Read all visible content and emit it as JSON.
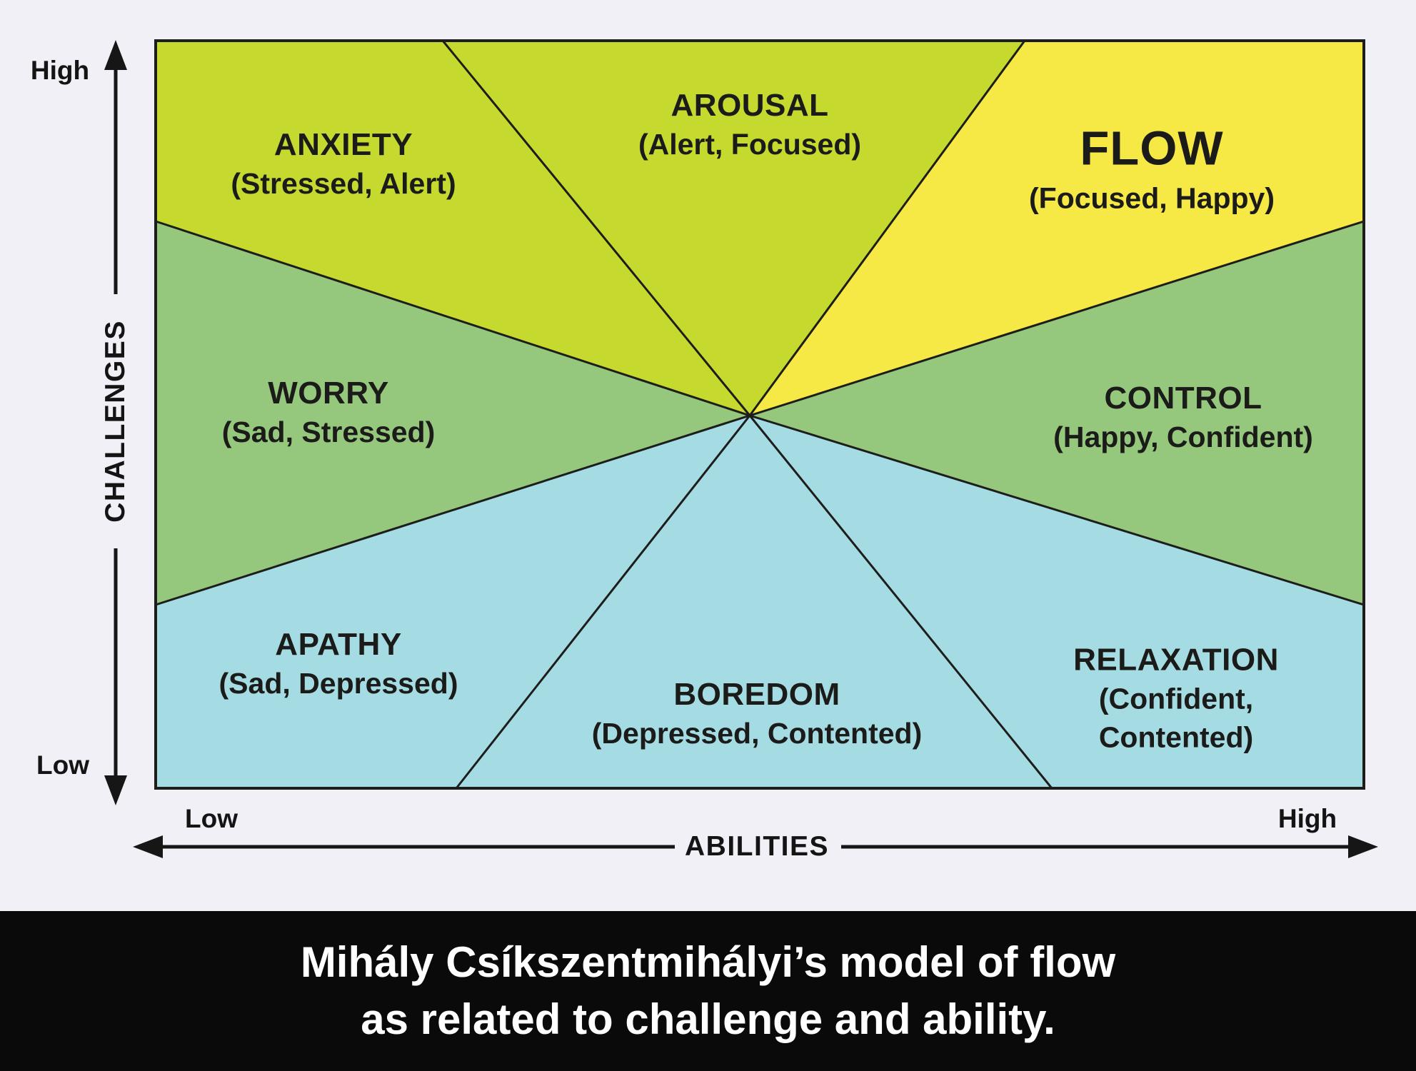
{
  "regions": [
    {
      "name": "anxiety",
      "label": "ANXIETY",
      "sublabel": "(Stressed, Alert)",
      "color": "#c5d92f"
    },
    {
      "name": "arousal",
      "label": "AROUSAL",
      "sublabel": "(Alert, Focused)",
      "color": "#c5d92f"
    },
    {
      "name": "flow",
      "label": "FLOW",
      "sublabel": "(Focused, Happy)",
      "color": "#f6e945"
    },
    {
      "name": "worry",
      "label": "WORRY",
      "sublabel": "(Sad, Stressed)",
      "color": "#95c87c"
    },
    {
      "name": "control",
      "label": "CONTROL",
      "sublabel": "(Happy, Confident)",
      "color": "#95c87c"
    },
    {
      "name": "apathy",
      "label": "APATHY",
      "sublabel": "(Sad, Depressed)",
      "color": "#a5dce4"
    },
    {
      "name": "boredom",
      "label": "BOREDOM",
      "sublabel": "(Depressed, Contented)",
      "color": "#a5dce4"
    },
    {
      "name": "relaxation",
      "label": "RELAXATION",
      "sublabel": "(Confident, Contented)",
      "color": "#a5dce4"
    }
  ],
  "axes": {
    "challenges": {
      "label": "CHALLENGES",
      "high": "High",
      "low": "Low"
    },
    "abilities": {
      "label": "ABILITIES",
      "low": "Low",
      "high": "High"
    }
  },
  "caption": {
    "line1": "Mihály Csíkszentmihályi’s model of flow",
    "line2": "as related to challenge and ability."
  },
  "colors": {
    "background": "#f1f0f6",
    "line": "#1d1d1b",
    "chartreuse": "#c5d92f",
    "yellow": "#f6e945",
    "green": "#95c87c",
    "blue": "#a5dce4",
    "caption_bg": "#0a0a0a",
    "caption_text": "#ffffff"
  }
}
